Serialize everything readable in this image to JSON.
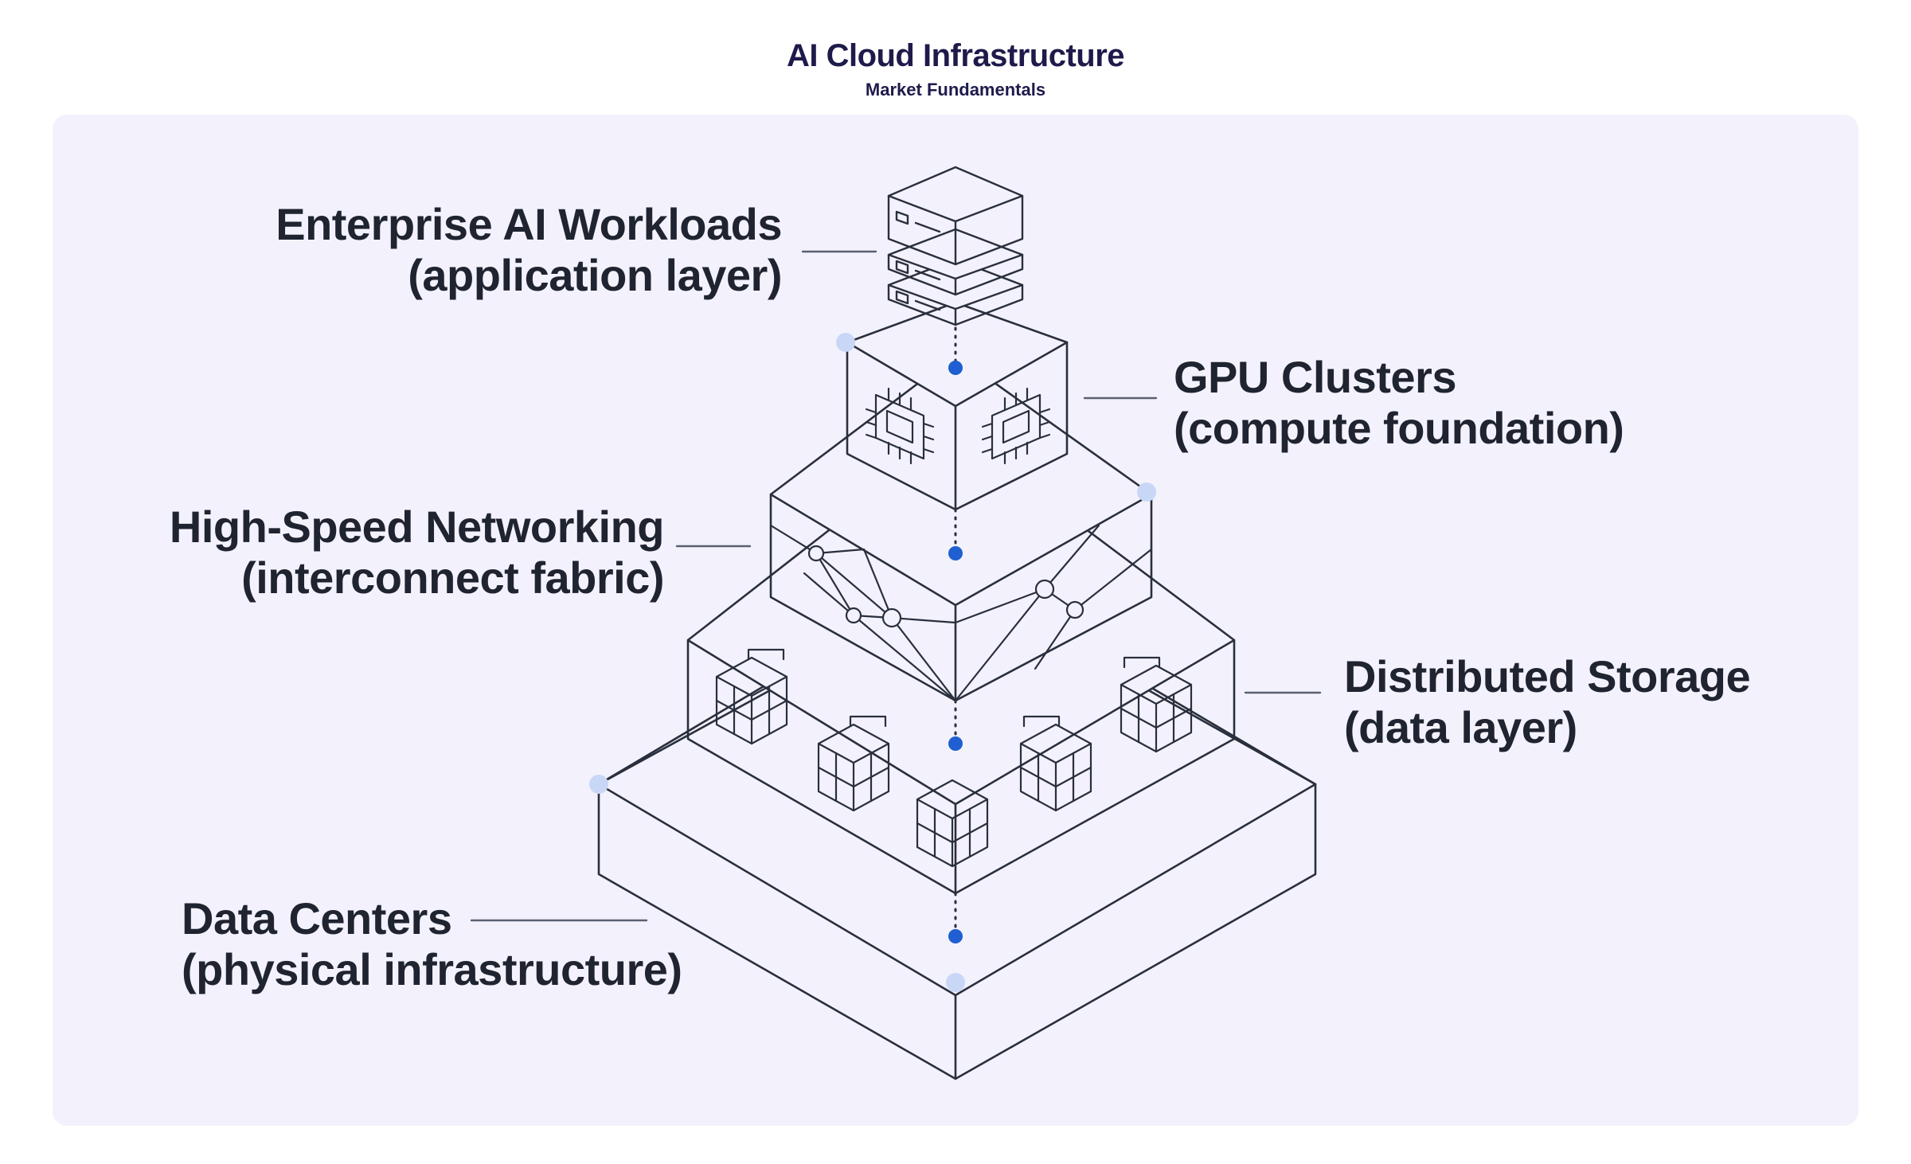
{
  "header": {
    "title": "AI Cloud Infrastructure",
    "subtitle": "Market Fundamentals"
  },
  "layers": [
    {
      "name": "Enterprise AI Workloads",
      "desc": "(application  layer)"
    },
    {
      "name": "GPU Clusters",
      "desc": "(compute foundation)"
    },
    {
      "name": "High-Speed Networking",
      "desc": "(interconnect fabric)"
    },
    {
      "name": "Distributed Storage",
      "desc": "(data layer)"
    },
    {
      "name": "Data Centers",
      "desc": "(physical infrastructure)"
    }
  ],
  "icons": {
    "application": "server-stack-icon",
    "compute": "cpu-chip-icon",
    "network": "network-nodes-icon",
    "storage": "storage-cubes-icon",
    "datacenter": "datacenter-slab-icon"
  },
  "colors": {
    "title": "#1e1b4b",
    "panel": "#f3f2fc",
    "line": "#2a2f3d",
    "accent_dot": "#1f5fd1",
    "light_dot": "#c9d7f7"
  }
}
